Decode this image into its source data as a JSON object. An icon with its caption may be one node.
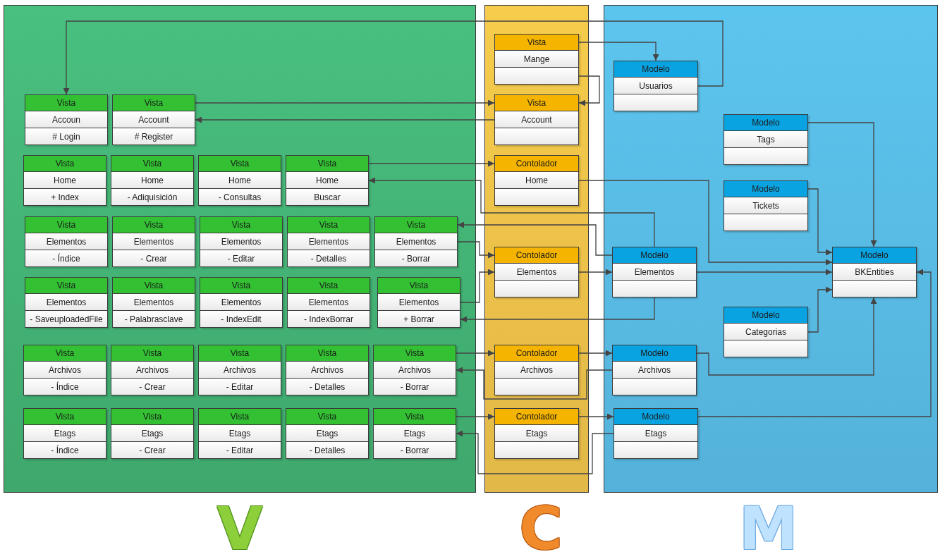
{
  "diagram": {
    "nodes": [
      {
        "text": [],
        "shape": "box"
      },
      {
        "text": [],
        "shape": "box"
      },
      {
        "text": [],
        "shape": "box"
      },
      {
        "text": [
          "Vista",
          "Accoun",
          "# Login"
        ],
        "in": 0
      },
      {
        "text": [
          "Vista",
          "Account",
          "# Register"
        ],
        "in": 0
      },
      {
        "text": [
          "Vista",
          "Home",
          "+ Index"
        ],
        "in": 0
      },
      {
        "text": [
          "Vista",
          "Home",
          "- Adiquisición"
        ],
        "in": 0
      },
      {
        "text": [
          "Vista",
          "Home",
          "- Consultas"
        ],
        "in": 0
      },
      {
        "text": [
          "Vista",
          "Home",
          "Buscar"
        ],
        "in": 0
      },
      {
        "text": [
          "Vista",
          "Elementos",
          "- Índice"
        ],
        "in": 0
      },
      {
        "text": [
          "Vista",
          "Elementos",
          "- Crear"
        ],
        "in": 0
      },
      {
        "text": [
          "Vista",
          "Elementos",
          "- Editar"
        ],
        "in": 0
      },
      {
        "text": [
          "Vista",
          "Elementos",
          "- Detalles"
        ],
        "in": 0
      },
      {
        "text": [
          "Vista",
          "Elementos",
          "- Borrar"
        ],
        "in": 0
      },
      {
        "text": [
          "Vista",
          "Elementos",
          "- SaveuploadedFile"
        ],
        "in": 0
      },
      {
        "text": [
          "Vista",
          "Elementos",
          "- Palabrasclave"
        ],
        "in": 0
      },
      {
        "text": [
          "Vista",
          "Elementos",
          "- IndexEdit"
        ],
        "in": 0
      },
      {
        "text": [
          "Vista",
          "Elementos",
          "- IndexBorrar"
        ],
        "in": 0
      },
      {
        "text": [
          "Vista",
          "Elementos",
          "+ Borrar"
        ],
        "in": 0
      },
      {
        "text": [
          "Vista",
          "Archivos",
          "- Índice"
        ],
        "in": 0
      },
      {
        "text": [
          "Vista",
          "Archivos",
          "- Crear"
        ],
        "in": 0
      },
      {
        "text": [
          "Vista",
          "Archivos",
          "- Editar"
        ],
        "in": 0
      },
      {
        "text": [
          "Vista",
          "Archivos",
          "- Detalles"
        ],
        "in": 0
      },
      {
        "text": [
          "Vista",
          "Archivos",
          "- Borrar"
        ],
        "in": 0
      },
      {
        "text": [
          "Vista",
          "Etags",
          "- Índice"
        ],
        "in": 0
      },
      {
        "text": [
          "Vista",
          "Etags",
          "- Crear"
        ],
        "in": 0
      },
      {
        "text": [
          "Vista",
          "Etags",
          "- Editar"
        ],
        "in": 0
      },
      {
        "text": [
          "Vista",
          "Etags",
          "- Detalles"
        ],
        "in": 0
      },
      {
        "text": [
          "Vista",
          "Etags",
          "- Borrar"
        ],
        "in": 0
      },
      {
        "text": [
          "Vista",
          "Mange"
        ],
        "in": 1
      },
      {
        "text": [
          "Vista",
          "Account"
        ],
        "in": 1
      },
      {
        "text": [
          "Contolador",
          "Home"
        ],
        "in": 1
      },
      {
        "text": [
          "Contolador",
          "Elementos"
        ],
        "in": 1
      },
      {
        "text": [
          "Contolador",
          "Archivos"
        ],
        "in": 1
      },
      {
        "text": [
          "Contolador",
          "Etags"
        ],
        "in": 1
      },
      {
        "text": [
          "Modelo",
          "Usuarios"
        ],
        "in": 2
      },
      {
        "text": [
          "Modelo",
          "Tags"
        ],
        "in": 2
      },
      {
        "text": [
          "Modelo",
          "Tickets"
        ],
        "in": 2
      },
      {
        "text": [
          "Modelo",
          "Elementos"
        ],
        "in": 2
      },
      {
        "text": [
          "Modelo",
          "BKEntities"
        ],
        "in": 2
      },
      {
        "text": [
          "Modelo",
          "Categorias"
        ],
        "in": 2
      },
      {
        "text": [
          "Modelo",
          "Archivos"
        ],
        "in": 2
      },
      {
        "text": [
          "Modelo",
          "Etags"
        ],
        "in": 2
      }
    ],
    "edges": [
      {
        "from": 35,
        "to": 3,
        "arrow": "to"
      },
      {
        "from": 29,
        "to": 35,
        "arrow": "to"
      },
      {
        "from": 29,
        "to": 30,
        "arrow": "to"
      },
      {
        "from": 4,
        "to": 30,
        "arrow": "to"
      },
      {
        "from": 30,
        "to": 4,
        "arrow": "to"
      },
      {
        "from": 8,
        "to": 31,
        "arrow": "to"
      },
      {
        "from": 38,
        "to": 8,
        "arrow": "to"
      },
      {
        "from": 31,
        "to": 39,
        "arrow": "to"
      },
      {
        "from": 38,
        "to": 13,
        "arrow": "to"
      },
      {
        "from": 13,
        "to": 32,
        "arrow": "to"
      },
      {
        "from": 18,
        "to": 32,
        "arrow": "to"
      },
      {
        "from": 32,
        "to": 38,
        "arrow": "to"
      },
      {
        "from": 38,
        "to": 39,
        "arrow": "to"
      },
      {
        "from": 38,
        "to": 18,
        "arrow": "to"
      },
      {
        "from": 36,
        "to": 39,
        "arrow": "to"
      },
      {
        "from": 37,
        "to": 39,
        "arrow": "to"
      },
      {
        "from": 40,
        "to": 39,
        "arrow": "to"
      },
      {
        "from": 41,
        "to": 39,
        "arrow": "to"
      },
      {
        "from": 42,
        "to": 39,
        "arrow": "to"
      },
      {
        "from": 23,
        "to": 33,
        "arrow": "to"
      },
      {
        "from": 33,
        "to": 41,
        "arrow": "to"
      },
      {
        "from": 41,
        "to": 23,
        "arrow": "to"
      },
      {
        "from": 28,
        "to": 34,
        "arrow": "to"
      },
      {
        "from": 34,
        "to": 42,
        "arrow": "to"
      },
      {
        "from": 42,
        "to": 28,
        "arrow": "to"
      }
    ],
    "labels": [
      "V",
      "C",
      "M"
    ]
  }
}
